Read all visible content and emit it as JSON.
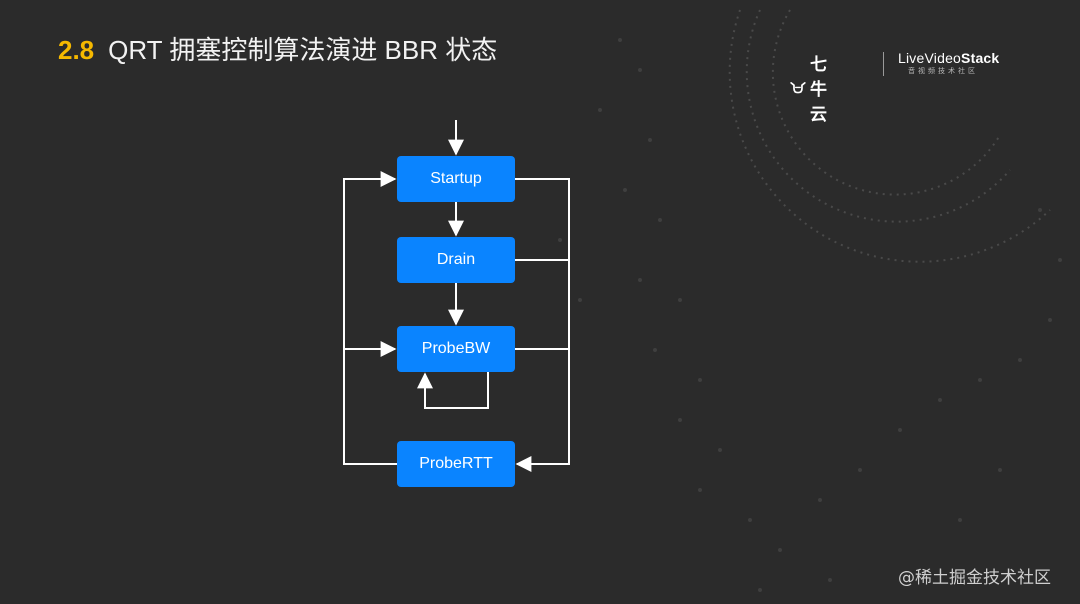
{
  "title": {
    "number": "2.8",
    "text": "QRT 拥塞控制算法演进 BBR 状态"
  },
  "logos": {
    "qiniu": "七牛云",
    "livevideostack_prefix": "LiveVideo",
    "livevideostack_suffix": "Stack",
    "livevideostack_sub": "音视频技术社区"
  },
  "diagram": {
    "node_color": "#0a84ff",
    "edge_color": "#ffffff",
    "nodes": {
      "startup": "Startup",
      "drain": "Drain",
      "probebw": "ProbeBW",
      "probertt": "ProbeRTT"
    }
  },
  "colors": {
    "background": "#2b2b2b",
    "accent": "#f5b800"
  },
  "watermark": "@稀土掘金技术社区"
}
